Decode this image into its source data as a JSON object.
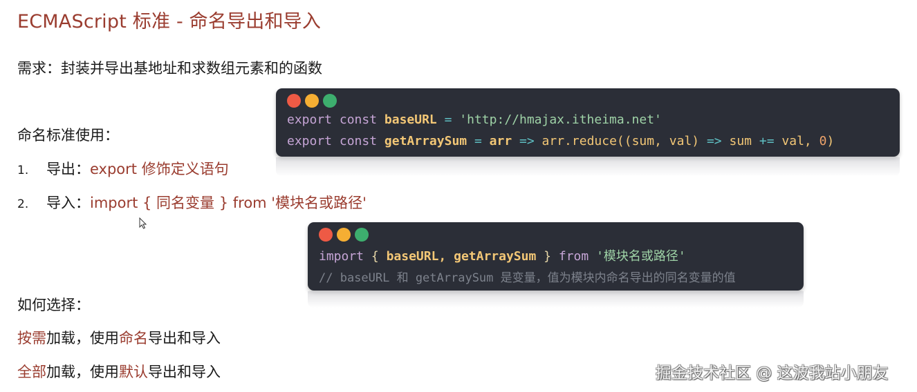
{
  "slide": {
    "title": "ECMAScript 标准 - 命名导出和导入",
    "requirement": "需求：封装并导出基地址和求数组元素和的函数",
    "usage_heading": "命名标准使用：",
    "steps": [
      {
        "number": "1.",
        "label": "导出：",
        "detail": "export 修饰定义语句"
      },
      {
        "number": "2.",
        "label": "导入：",
        "detail": "import { 同名变量 } from '模块名或路径'"
      }
    ],
    "choose_heading": "如何选择：",
    "options": [
      {
        "accent1": "按需",
        "text1": "加载，使用",
        "accent2": "命名",
        "text2": "导出和导入"
      },
      {
        "accent1": "全部",
        "text1": "加载，使用",
        "accent2": "默认",
        "text2": "导出和导入"
      }
    ]
  },
  "code_export": {
    "window_dots": [
      "#ee5a45",
      "#f5ae33",
      "#3dae6e"
    ],
    "line1": {
      "kw1": "export",
      "kw2": "const",
      "ident": "baseURL",
      "op": "=",
      "str": "'http://hmajax.itheima.net'"
    },
    "line2": {
      "kw1": "export",
      "kw2": "const",
      "ident": "getArraySum",
      "op": "=",
      "param": "arr",
      "arrow": "=>",
      "call": "arr.reduce((sum, val)",
      "arrow2": "=>",
      "body": "sum",
      "op2": "+=",
      "body2": "val,",
      "num": "0",
      "close": ")"
    }
  },
  "code_import": {
    "window_dots": [
      "#ee5a45",
      "#f5ae33",
      "#3dae6e"
    ],
    "line1": {
      "kw": "import",
      "open": "{",
      "ident1": "baseURL,",
      "ident2": "getArraySum",
      "close": "}",
      "from": "from",
      "str": "'模块名或路径'"
    },
    "comment": "// baseURL 和 getArraySum 是变量，值为模块内命名导出的同名变量的值"
  },
  "colors": {
    "accent": "#9a3c2f",
    "code_bg": "#2b2e37"
  },
  "watermark": "掘金技术社区 @ 这波我站小朋友"
}
